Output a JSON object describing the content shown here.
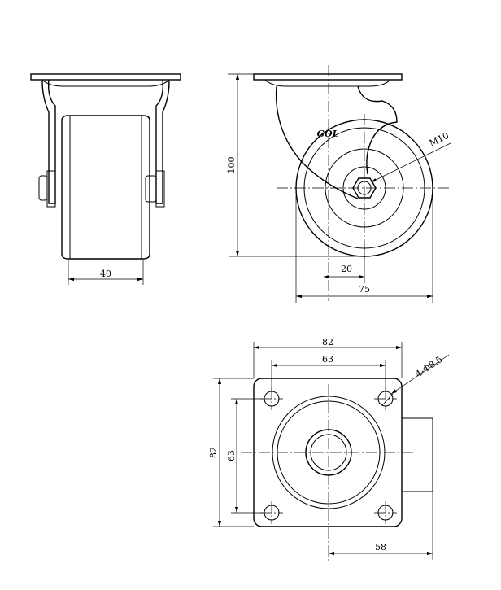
{
  "views": {
    "front": {
      "dims": {
        "width": "40"
      }
    },
    "side": {
      "dims": {
        "height": "100",
        "offset": "20",
        "depth": "75",
        "thread": "M10"
      },
      "logo": "GOL"
    },
    "top": {
      "dims": {
        "plate_w": "82",
        "hole_w": "63",
        "plate_h": "82",
        "hole_h": "63",
        "offset": "58",
        "holes": "4-Φ8.5"
      }
    }
  }
}
